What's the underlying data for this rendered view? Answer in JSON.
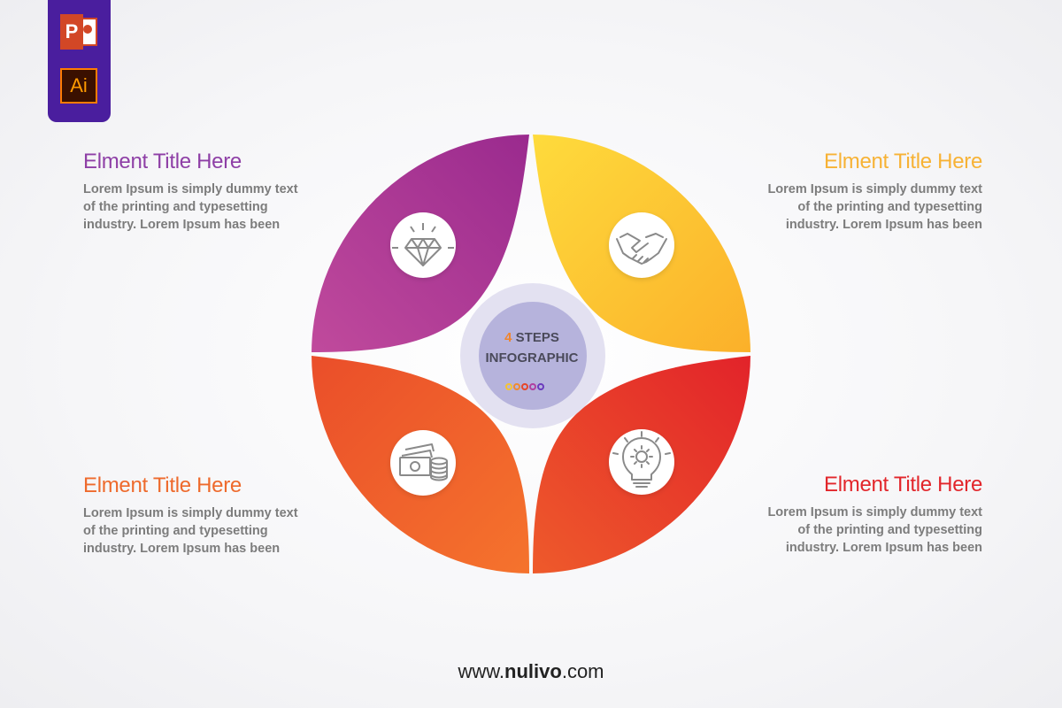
{
  "badges": [
    {
      "icon": "powerpoint-icon",
      "label": "P"
    },
    {
      "icon": "illustrator-icon",
      "label": "Ai"
    }
  ],
  "center": {
    "number": "4",
    "line1": "STEPS",
    "line2": "INFOGRAPHIC",
    "dot_colors": [
      "#f5c431",
      "#f08a2e",
      "#e6482a",
      "#b03fa0",
      "#6b3bbd"
    ]
  },
  "steps": [
    {
      "title": "Elment Title Here",
      "text": "Lorem Ipsum is simply dummy text of the printing and typesetting industry. Lorem Ipsum has been",
      "color": "#8e3fa6",
      "icon": "diamond-icon"
    },
    {
      "title": "Elment Title Here",
      "text": "Lorem Ipsum is simply dummy text of the printing and typesetting industry. Lorem Ipsum has been",
      "color": "#f7b235",
      "icon": "handshake-icon"
    },
    {
      "title": "Elment Title Here",
      "text": "Lorem Ipsum is simply dummy text of the printing and typesetting industry. Lorem Ipsum has been",
      "color": "#ee6a2c",
      "icon": "money-icon"
    },
    {
      "title": "Elment Title Here",
      "text": "Lorem Ipsum is simply dummy text of the printing and typesetting industry. Lorem Ipsum has been",
      "color": "#e2262b",
      "icon": "lightbulb-gear-icon"
    }
  ],
  "footer": {
    "prefix": "www.",
    "brand": "nulivo",
    "suffix": ".com"
  }
}
